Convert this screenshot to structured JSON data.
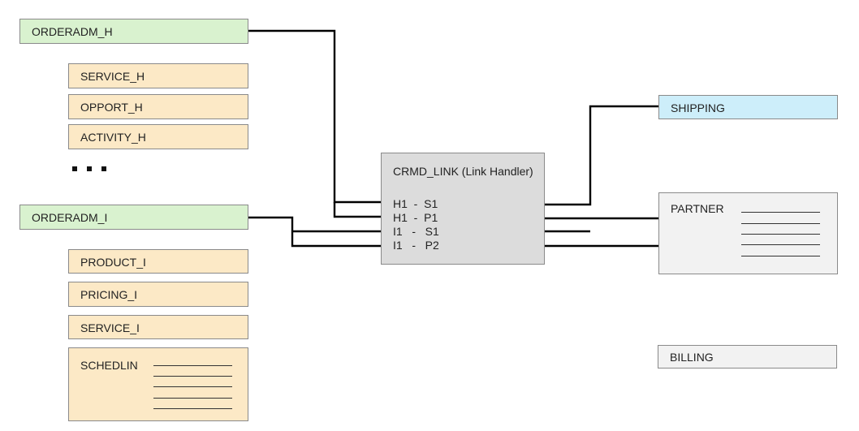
{
  "header_nodes": {
    "orderadm_h": "ORDERADM_H",
    "service_h": "SERVICE_H",
    "opport_h": "OPPORT_H",
    "activity_h": "ACTIVITY_H"
  },
  "item_nodes": {
    "orderadm_i": "ORDERADM_I",
    "product_i": "PRODUCT_I",
    "pricing_i": "PRICING_I",
    "service_i": "SERVICE_I",
    "schedlin": "SCHEDLIN"
  },
  "link_handler": {
    "title": "CRMD_LINK (Link Handler)",
    "rows": [
      "H1  -  S1",
      "H1  -  P1",
      "I1   -   S1",
      "I1   -   P2"
    ]
  },
  "target_nodes": {
    "shipping": "SHIPPING",
    "partner": "PARTNER",
    "billing": "BILLING"
  },
  "colors": {
    "green": "#d9f2cf",
    "orange": "#fce9c6",
    "blue": "#cdeefa",
    "grey": "#dcdcdc",
    "light": "#f2f2f2"
  }
}
